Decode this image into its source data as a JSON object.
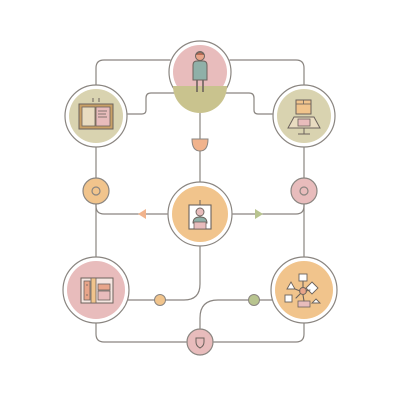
{
  "colors": {
    "line": "#8a8580",
    "pink": "#e8bcbc",
    "orange": "#f1c48c",
    "olive": "#c9c38e",
    "green": "#b8c48f",
    "ink": "#6b625c",
    "background": "#ffffff"
  },
  "nodes": [
    {
      "id": "person",
      "icon": "person-icon",
      "color": "pink"
    },
    {
      "id": "book",
      "icon": "open-book-icon",
      "color": "olive"
    },
    {
      "id": "package",
      "icon": "package-icon",
      "color": "olive"
    },
    {
      "id": "portrait",
      "icon": "portrait-frame-icon",
      "color": "orange"
    },
    {
      "id": "books",
      "icon": "books-shelf-icon",
      "color": "pink"
    },
    {
      "id": "shapes",
      "icon": "shapes-icon",
      "color": "orange"
    }
  ],
  "connectors": [
    {
      "id": "left-dot",
      "color": "orange"
    },
    {
      "id": "right-dot",
      "color": "pink"
    },
    {
      "id": "bottom-shield",
      "color": "pink"
    },
    {
      "id": "center-left-dot",
      "color": "orange"
    },
    {
      "id": "center-right-dot",
      "color": "green"
    }
  ],
  "markers": [
    {
      "id": "down-arrow",
      "shape": "half-circle",
      "color": "orange"
    },
    {
      "id": "left-arrow",
      "shape": "triangle-left",
      "color": "orange"
    },
    {
      "id": "right-arrow",
      "shape": "triangle-right",
      "color": "green"
    }
  ]
}
